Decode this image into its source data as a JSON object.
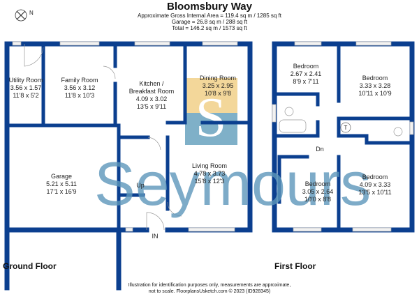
{
  "header": {
    "title": "Bloomsbury Way",
    "line1": "Approximate Gross Internal Area = 119.4 sq m / 1285 sq ft",
    "line2": "Garage = 26.8 sq m / 288 sq ft",
    "line3": "Total = 146.2 sq m / 1573 sq ft"
  },
  "compass": {
    "label": "N"
  },
  "watermark": {
    "text": "Seymours",
    "logo_letter": "S"
  },
  "colors": {
    "wall": "#0b3f8f",
    "watermark": "#5d97bb",
    "logo_top": "#f3d79a",
    "logo_bottom": "#7fb0c8"
  },
  "ground_floor": {
    "label": "Ground Floor",
    "entrance": "IN",
    "stairs": "Up",
    "rooms": [
      {
        "name": "Utility Room",
        "metric": "3.56 x 1.57",
        "imperial": "11'8 x 5'2"
      },
      {
        "name": "Family Room",
        "metric": "3.56 x 3.12",
        "imperial": "11'8 x 10'3"
      },
      {
        "name": "Kitchen /",
        "name2": "Breakfast Room",
        "metric": "4.09 x 3.02",
        "imperial": "13'5 x 9'11"
      },
      {
        "name": "Dining Room",
        "metric": "3.25 x 2.95",
        "imperial": "10'8 x 9'8"
      },
      {
        "name": "Garage",
        "metric": "5.21 x 5.11",
        "imperial": "17'1 x 16'9"
      },
      {
        "name": "Living Room",
        "metric": "4.78 x 3.73",
        "imperial": "15'8 x 12'3"
      }
    ]
  },
  "first_floor": {
    "label": "First Floor",
    "stairs": "Dn",
    "cupboard": "T",
    "rooms": [
      {
        "name": "Bedroom",
        "metric": "2.67 x 2.41",
        "imperial": "8'9 x 7'11"
      },
      {
        "name": "Bedroom",
        "metric": "3.33 x 3.28",
        "imperial": "10'11 x 10'9"
      },
      {
        "name": "Bedroom",
        "metric": "3.05 x 2.64",
        "imperial": "10'0 x 8'8"
      },
      {
        "name": "Bedroom",
        "metric": "4.09 x 3.33",
        "imperial": "13'5 x 10'11"
      }
    ]
  },
  "footer": {
    "line1": "Illustration for identification purposes only, measurements are approximate,",
    "line2": "not to scale. FloorplansUsketch.com © 2023 (ID928345)"
  }
}
